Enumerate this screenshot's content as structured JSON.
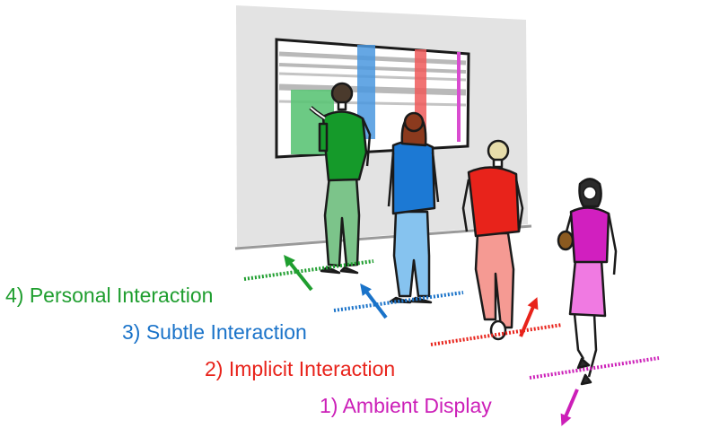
{
  "zones": [
    {
      "id": "personal",
      "label": "4) Personal Interaction",
      "color": "#1f9e2f"
    },
    {
      "id": "subtle",
      "label": "3) Subtle Interaction",
      "color": "#1a73c9"
    },
    {
      "id": "implicit",
      "label": "2) Implicit Interaction",
      "color": "#e8231b"
    },
    {
      "id": "ambient",
      "label": "1) Ambient Display",
      "color": "#cc1fb8"
    }
  ],
  "colors": {
    "wall": "#e3e3e3",
    "outline": "#1a1a1a",
    "screen_bar": "#b9b9b9",
    "screen_bg": "#ffffff",
    "person1_shirt": "#159a2a",
    "person1_pants": "#7cc48a",
    "person2_shirt": "#1c79d4",
    "person2_pants": "#86c3ef",
    "person3_shirt": "#e8231b",
    "person3_pants": "#f59a93",
    "person4_top": "#d11fbf",
    "person4_skirt": "#f07ae2",
    "highlight_green": "#5cc477",
    "highlight_blue": "#4a98df",
    "highlight_red": "#ef5b5b",
    "highlight_magenta": "#d94cd0"
  }
}
